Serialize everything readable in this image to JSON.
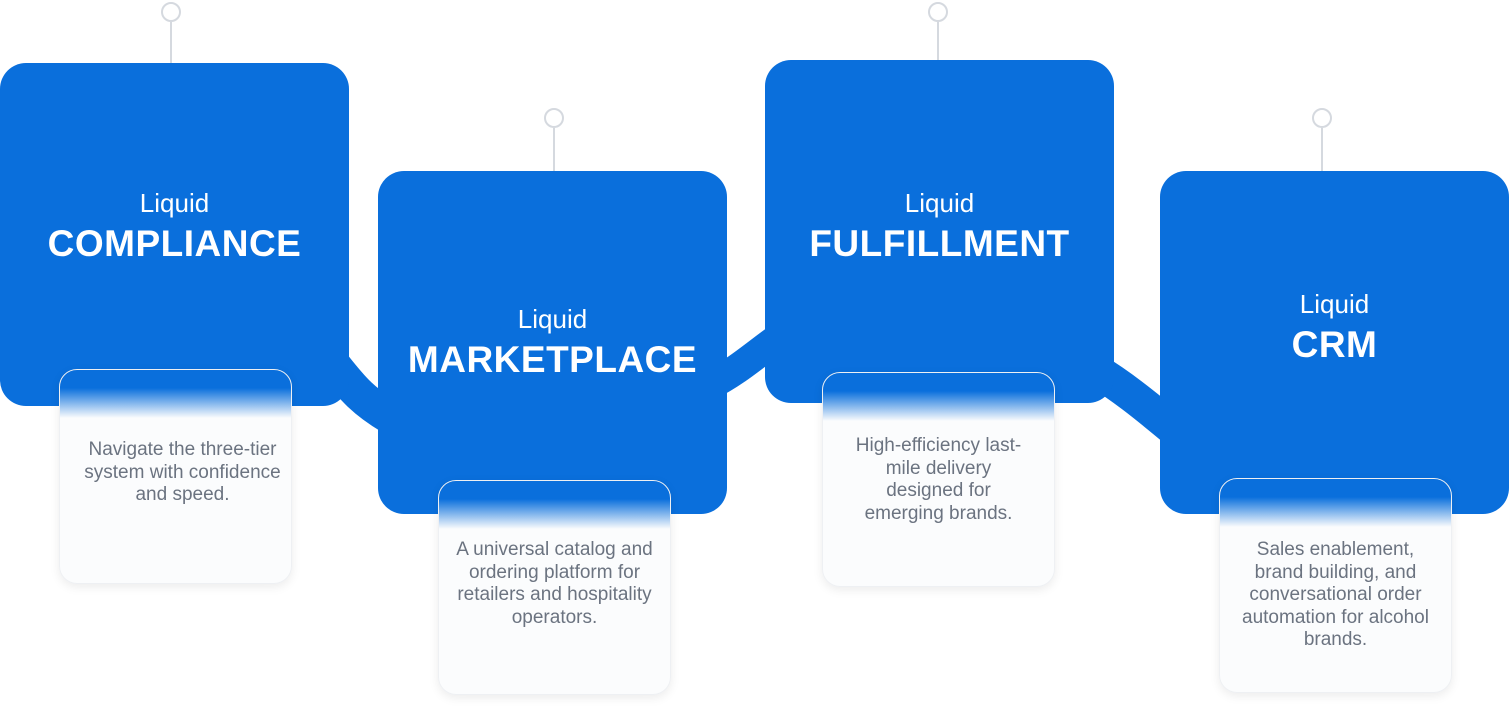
{
  "items": [
    {
      "prefix": "Liquid",
      "name": "COMPLIANCE",
      "description": "Navigate the three-tier system with confidence and speed."
    },
    {
      "prefix": "Liquid",
      "name": "MARKETPLACE",
      "description": "A universal catalog and ordering platform for retailers and hospitality operators."
    },
    {
      "prefix": "Liquid",
      "name": "FULFILLMENT",
      "description": "High-efficiency last-mile delivery designed for emerging brands."
    },
    {
      "prefix": "Liquid",
      "name": "CRM",
      "description": "Sales enablement, brand building, and conversational order automation for alcohol brands."
    }
  ],
  "colors": {
    "brand_blue": "#0a6fdc",
    "text_gray": "#6b7380"
  }
}
